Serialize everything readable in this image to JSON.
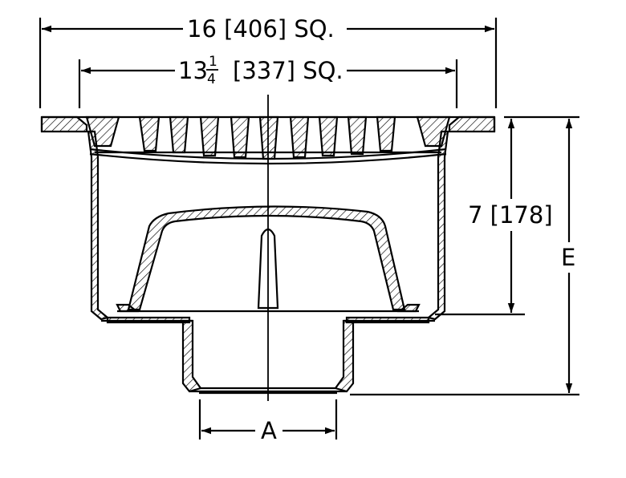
{
  "dimensions": {
    "overall_width": "16 [406] SQ.",
    "inner_width_whole": "13",
    "inner_width_frac_num": "1",
    "inner_width_frac_den": "4",
    "inner_width_rest": "[337] SQ.",
    "body_height": "7 [178]",
    "total_height_label": "E",
    "outlet_label": "A"
  }
}
